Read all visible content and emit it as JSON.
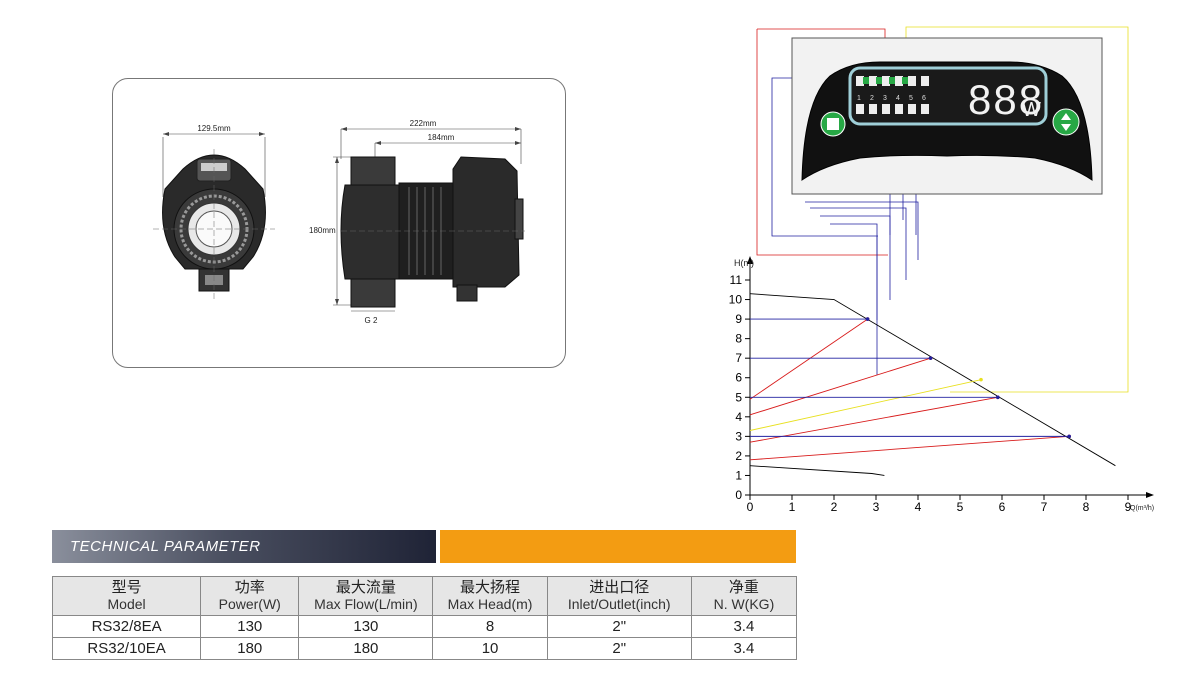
{
  "drawing": {
    "dim_width_front": "129.5mm",
    "dim_length_total": "222mm",
    "dim_length_body": "184mm",
    "dim_height": "180mm",
    "thread": "G 2"
  },
  "display": {
    "digits": "888",
    "unit": "W",
    "indicators": [
      "1",
      "2",
      "3",
      "4",
      "5",
      "6"
    ]
  },
  "chart_data": {
    "type": "line",
    "xlabel": "Q(m³/h)",
    "ylabel": "H(m)",
    "xlim": [
      0,
      9
    ],
    "ylim": [
      0,
      11
    ],
    "x_ticks": [
      "0",
      "1",
      "2",
      "3",
      "4",
      "5",
      "6",
      "7",
      "8",
      "9"
    ],
    "y_ticks": [
      "0",
      "1",
      "2",
      "3",
      "4",
      "5",
      "6",
      "7",
      "8",
      "9",
      "10",
      "11"
    ],
    "series": [
      {
        "color": "#000000",
        "points": [
          [
            0,
            10.3
          ],
          [
            2,
            10
          ],
          [
            4.6,
            6.7
          ],
          [
            8.7,
            1.5
          ]
        ]
      },
      {
        "color": "#000000",
        "points": [
          [
            0,
            1.5
          ],
          [
            2.9,
            1.1
          ],
          [
            3.2,
            1.0
          ]
        ]
      },
      {
        "color": "#d81b1b",
        "points": [
          [
            0,
            4.9
          ],
          [
            2.8,
            9.0
          ]
        ]
      },
      {
        "color": "#d81b1b",
        "points": [
          [
            0,
            4.1
          ],
          [
            4.3,
            7.0
          ]
        ]
      },
      {
        "color": "#d81b1b",
        "points": [
          [
            0,
            2.7
          ],
          [
            5.9,
            5.0
          ]
        ]
      },
      {
        "color": "#d81b1b",
        "points": [
          [
            0,
            1.8
          ],
          [
            7.6,
            3.0
          ]
        ]
      },
      {
        "color": "#e8e020",
        "points": [
          [
            0,
            3.3
          ],
          [
            5.5,
            5.9
          ]
        ]
      },
      {
        "color": "#2020a0",
        "points": [
          [
            0,
            9.0
          ],
          [
            2.8,
            9.0
          ]
        ]
      },
      {
        "color": "#2020a0",
        "points": [
          [
            0,
            7.0
          ],
          [
            4.3,
            7.0
          ]
        ]
      },
      {
        "color": "#2020a0",
        "points": [
          [
            0,
            5.0
          ],
          [
            5.9,
            5.0
          ]
        ]
      },
      {
        "color": "#2020a0",
        "points": [
          [
            0,
            3.0
          ],
          [
            7.6,
            3.0
          ]
        ]
      }
    ]
  },
  "banner": {
    "title": "TECHNICAL PARAMETER",
    "accent_color": "#f39c12"
  },
  "table": {
    "headers": [
      {
        "zh": "型号",
        "en": "Model"
      },
      {
        "zh": "功率",
        "en": "Power(W)"
      },
      {
        "zh": "最大流量",
        "en": "Max Flow(L/min)"
      },
      {
        "zh": "最大扬程",
        "en": "Max Head(m)"
      },
      {
        "zh": "进出口径",
        "en": "Inlet/Outlet(inch)"
      },
      {
        "zh": "净重",
        "en": "N. W(KG)"
      }
    ],
    "rows": [
      [
        "RS32/8EA",
        "130",
        "130",
        "8",
        "2\"",
        "3.4"
      ],
      [
        "RS32/10EA",
        "180",
        "180",
        "10",
        "2\"",
        "3.4"
      ]
    ]
  }
}
